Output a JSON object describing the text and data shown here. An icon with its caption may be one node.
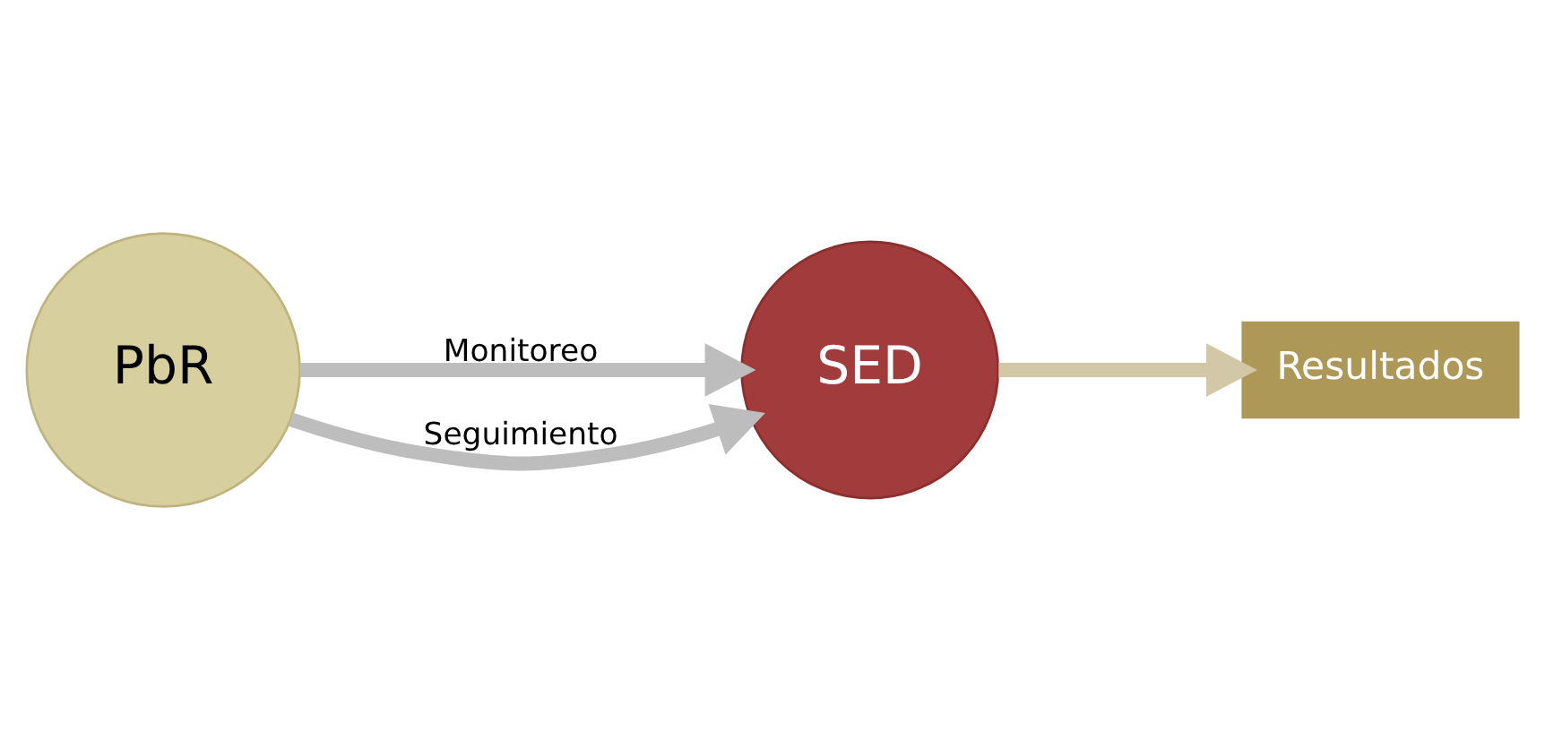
{
  "diagram": {
    "nodes": [
      {
        "text": [
          "PbR"
        ]
      },
      {
        "text": [
          "SED"
        ]
      },
      {
        "text": [
          "Resultados"
        ]
      }
    ],
    "edges": [
      {
        "from": 0,
        "to": 1,
        "arrow": "to",
        "label": "Monitoreo"
      },
      {
        "from": 0,
        "to": 1,
        "arrow": "to",
        "label": "Seguimiento"
      },
      {
        "from": 1,
        "to": 2,
        "arrow": "to",
        "color": "#d2c8a8"
      }
    ]
  }
}
